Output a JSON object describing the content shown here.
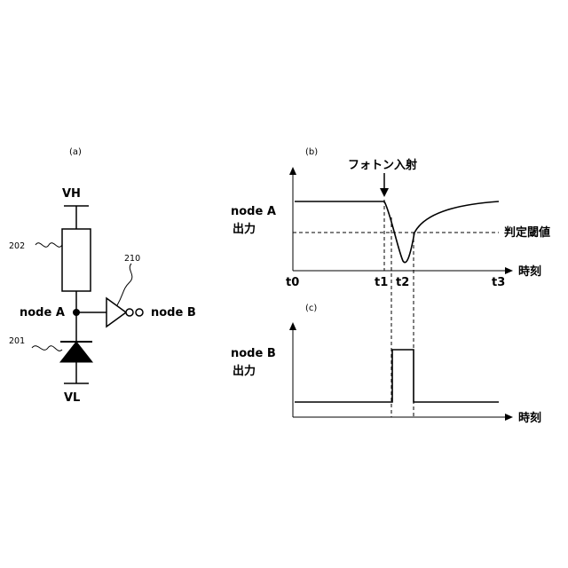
{
  "panel_a": {
    "label": "(a)",
    "vh": "VH",
    "vl": "VL",
    "node_a": "node A",
    "node_b": "node B",
    "ref_resistor": "202",
    "ref_diode": "201",
    "ref_inverter": "210"
  },
  "panel_b": {
    "label": "(b)",
    "ylabel_line1": "node A",
    "ylabel_line2": "出力",
    "photon_label": "フォトン入射",
    "threshold_label": "判定閾値",
    "xlabel": "時刻",
    "ticks": [
      "t0",
      "t1",
      "t2",
      "t3"
    ]
  },
  "panel_c": {
    "label": "(c)",
    "ylabel_line1": "node B",
    "ylabel_line2": "出力",
    "xlabel": "時刻"
  }
}
